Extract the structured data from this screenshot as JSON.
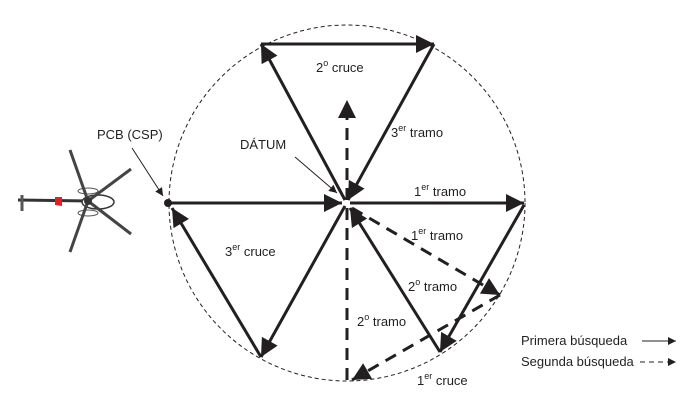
{
  "labels": {
    "pcb": "PCB (CSP)",
    "datum": "DÁTUM",
    "cruce2_num": "2",
    "cruce2_sup": "o",
    "cruce2_word": "cruce",
    "tramo3_num": "3",
    "tramo3_sup": "er",
    "tramo3_word": "tramo",
    "tramo1_num": "1",
    "tramo1_sup": "er",
    "tramo1_word": "tramo",
    "tramo1b_num": "1",
    "tramo1b_sup": "er",
    "tramo1b_word": "tramo",
    "tramo2_num": "2",
    "tramo2_sup": "o",
    "tramo2_word": "tramo",
    "tramo2b_num": "2",
    "tramo2b_sup": "o",
    "tramo2b_word": "tramo",
    "cruce3_num": "3",
    "cruce3_sup": "er",
    "cruce3_word": "cruce",
    "cruce1_num": "1",
    "cruce1_sup": "er",
    "cruce1_word": "cruce"
  },
  "legend": {
    "primary": "Primera búsqueda",
    "secondary": "Segunda búsqueda"
  },
  "colors": {
    "line": "#231f20",
    "accent": "#e31e24"
  }
}
